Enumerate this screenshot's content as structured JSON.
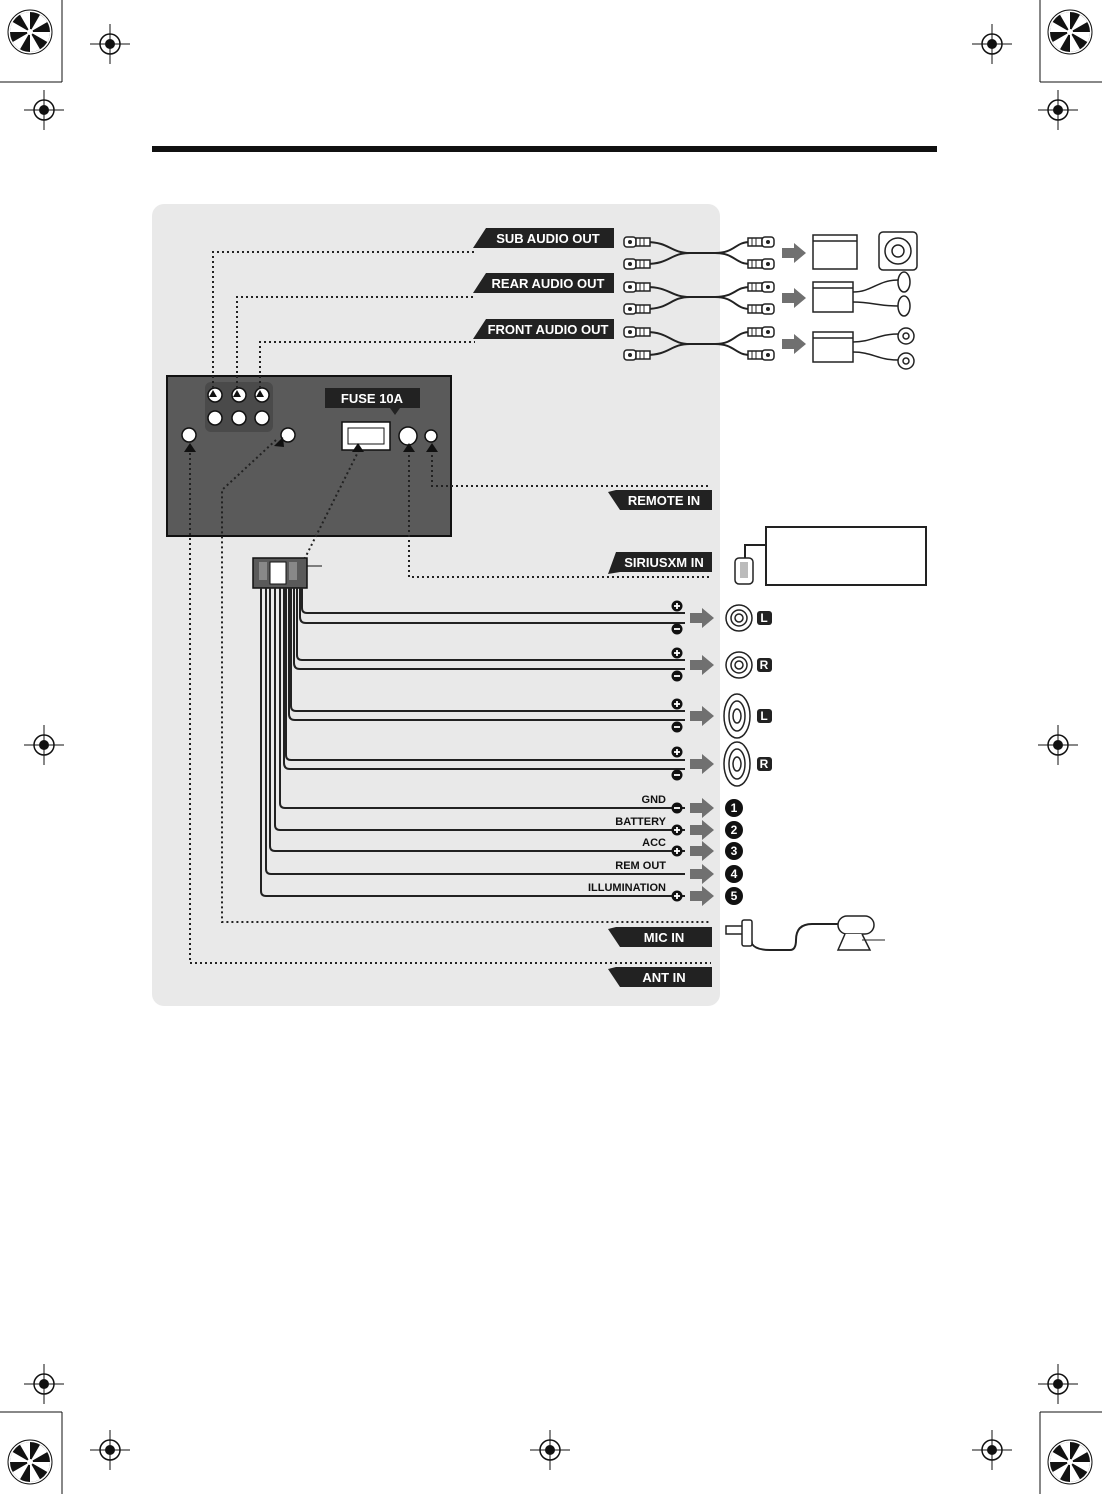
{
  "connectors": {
    "sub_audio_out": "SUB AUDIO OUT",
    "rear_audio_out": "REAR AUDIO OUT",
    "front_audio_out": "FRONT AUDIO OUT",
    "fuse": "FUSE 10A",
    "remote_in": "REMOTE IN",
    "siriusxm_in": "SIRIUSXM IN",
    "mic_in": "MIC IN",
    "ant_in": "ANT IN"
  },
  "wires": {
    "gnd": "GND",
    "battery": "BATTERY",
    "acc": "ACC",
    "rem_out": "REM OUT",
    "illumination": "ILLUMINATION"
  },
  "numbers": [
    "1",
    "2",
    "3",
    "4",
    "5"
  ],
  "speaker_channels": [
    "L",
    "R",
    "L",
    "R"
  ],
  "colors": {
    "panel": "#e9e9e9",
    "label_bg": "#222222",
    "arrow": "#707070",
    "unit": "#5a5a5a"
  }
}
